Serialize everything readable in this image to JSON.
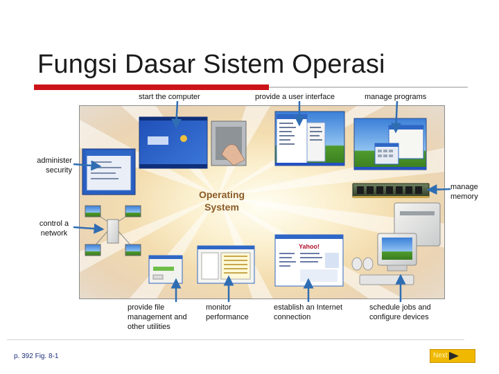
{
  "slide": {
    "title": "Fungsi Dasar Sistem Operasi",
    "reference": "p. 392 Fig. 8-1",
    "next_label": "Next"
  },
  "diagram": {
    "center_label_line1": "Operating",
    "center_label_line2": "System",
    "labels": {
      "start_computer": "start the computer",
      "user_interface": "provide a user interface",
      "manage_programs": "manage programs",
      "administer_security_1": "administer",
      "administer_security_2": "security",
      "manage_memory_1": "manage",
      "manage_memory_2": "memory",
      "control_network_1": "control a",
      "control_network_2": "network",
      "file_management_1": "provide file",
      "file_management_2": "management and",
      "file_management_3": "other utilities",
      "monitor_performance_1": "monitor",
      "monitor_performance_2": "performance",
      "internet_1": "establish an Internet",
      "internet_2": "connection",
      "schedule_jobs_1": "schedule jobs and",
      "schedule_jobs_2": "configure devices"
    },
    "screens": {
      "yahoo_logo": "Yahoo!"
    }
  },
  "colors": {
    "accent_red": "#cc1418",
    "arrow_blue": "#2f6db3",
    "next_button": "#f0b800"
  }
}
